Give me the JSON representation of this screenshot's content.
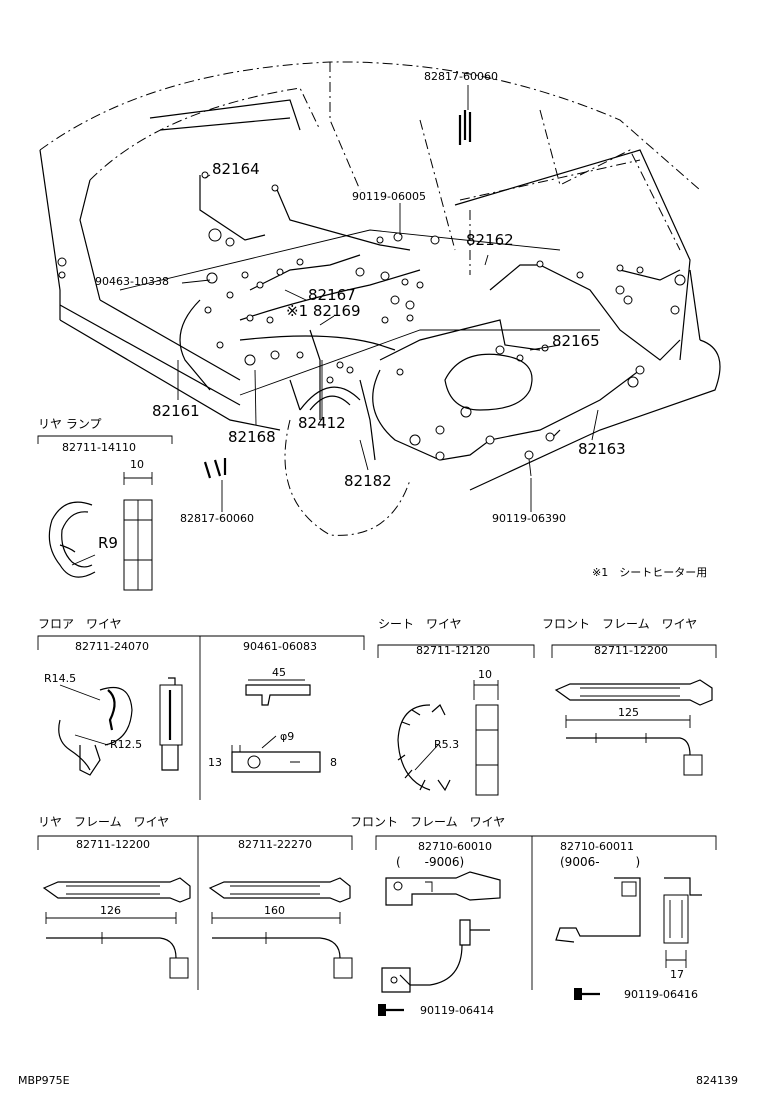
{
  "main_view": {
    "labels": {
      "p_82817_60060_top": "82817-60060",
      "p_82164": "82164",
      "p_90119_06005": "90119-06005",
      "p_82162": "82162",
      "p_90463_10338": "90463-10338",
      "p_82167": "82167",
      "p_82169": "※1 82169",
      "p_82165": "82165",
      "p_82161": "82161",
      "p_82168": "82168",
      "p_82412": "82412",
      "p_82163": "82163",
      "p_82182": "82182",
      "p_82817_60060_bottom": "82817-60060",
      "p_90119_06390": "90119-06390"
    },
    "footnote": "※1　シートヒーター用"
  },
  "rear_lamp": {
    "title": "リヤ ランプ",
    "part": "82711-14110",
    "dim_width": "10",
    "dim_radius": "R9"
  },
  "floor_wire": {
    "title": "フロア　ワイヤ",
    "part_a": "82711-24070",
    "part_b": "90461-06083",
    "dim_r1": "R14.5",
    "dim_r2": "R12.5",
    "dim_len": "45",
    "dim_hole": "φ9",
    "dim_h1": "13",
    "dim_h2": "8"
  },
  "seat_wire": {
    "title": "シート　ワイヤ",
    "part": "82711-12120",
    "dim_width": "10",
    "dim_radius": "R5.3"
  },
  "front_frame_wire_top": {
    "title": "フロント　フレーム　ワイヤ",
    "part": "82711-12200",
    "dim_len": "125"
  },
  "rear_frame_wire": {
    "title": "リヤ　フレーム　ワイヤ",
    "part_a": "82711-12200",
    "part_b": "82711-22270",
    "dim_len_a": "126",
    "dim_len_b": "160"
  },
  "front_frame_wire_bottom": {
    "title": "フロント　フレーム　ワイヤ",
    "part_a": "82710-60010",
    "range_a": "(　　-9006)",
    "part_b": "82710-60011",
    "range_b": "(9006-　　　)",
    "bolt_a": "90119-06414",
    "bolt_b": "90119-06416",
    "dim_17": "17"
  },
  "footer": {
    "left_code": "MBP975E",
    "right_code": "824139"
  }
}
